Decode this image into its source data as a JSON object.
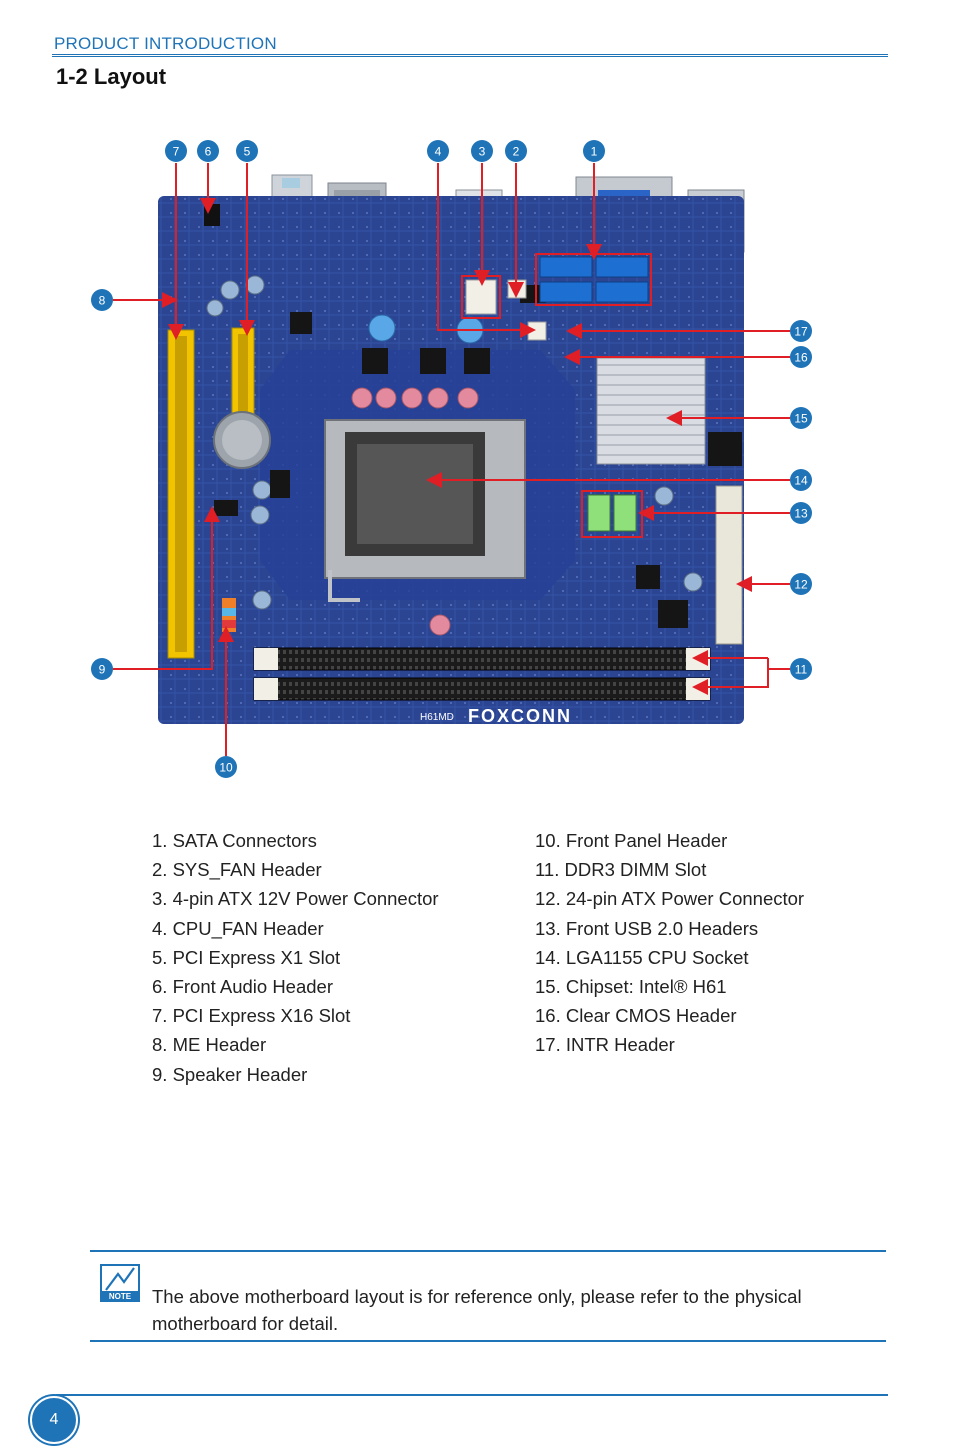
{
  "header": {
    "section": "PRODUCT INTRODUCTION",
    "title": "1-2 Layout"
  },
  "board": {
    "model_text": "H61MD",
    "brand_text": "FOXCONN",
    "callouts": [
      "1",
      "2",
      "3",
      "4",
      "5",
      "6",
      "7",
      "8",
      "9",
      "10",
      "11",
      "12",
      "13",
      "14",
      "15",
      "16",
      "17"
    ],
    "colors": {
      "pcb": "#2b4592",
      "pci_slot": "#f2c400",
      "sata": "#1d6fd1",
      "heatsink": "#d9dce2",
      "callout_badge": "#1f74b8",
      "arrow": "#e01e26"
    }
  },
  "legend": {
    "left": [
      "1. SATA Connectors",
      "2. SYS_FAN Header",
      "3. 4-pin ATX 12V Power Connector",
      "4. CPU_FAN Header",
      "5. PCI Express X1 Slot",
      "6. Front Audio Header",
      "7. PCI Express X16 Slot",
      "8. ME Header",
      "9. Speaker Header"
    ],
    "right": [
      "10. Front Panel Header",
      "11. DDR3 DIMM Slot",
      "12. 24-pin ATX Power Connector",
      "13. Front USB 2.0 Headers",
      "14. LGA1155 CPU Socket",
      "15. Chipset: Intel® H61",
      "16. Clear CMOS Header",
      "17. INTR Header"
    ]
  },
  "note": {
    "icon": "note-icon",
    "icon_label": "NOTE",
    "text": "The above motherboard layout is for reference only, please refer to the physical motherboard for detail."
  },
  "footer": {
    "page_number": "4"
  }
}
